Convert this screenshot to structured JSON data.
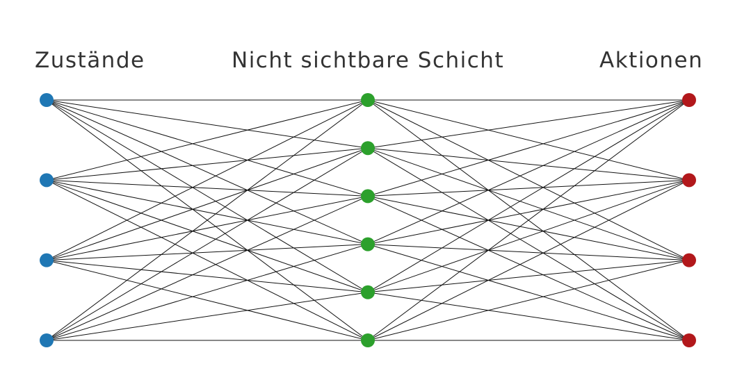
{
  "diagram": {
    "layers": [
      {
        "label": "Zustände",
        "node_count": 4,
        "color": "#1f77b4"
      },
      {
        "label": "Nicht sichtbare Schicht",
        "node_count": 6,
        "color": "#2ca02c"
      },
      {
        "label": "Aktionen",
        "node_count": 4,
        "color": "#b2181b"
      }
    ],
    "edge_color": "#111111",
    "background": "#ffffff"
  }
}
